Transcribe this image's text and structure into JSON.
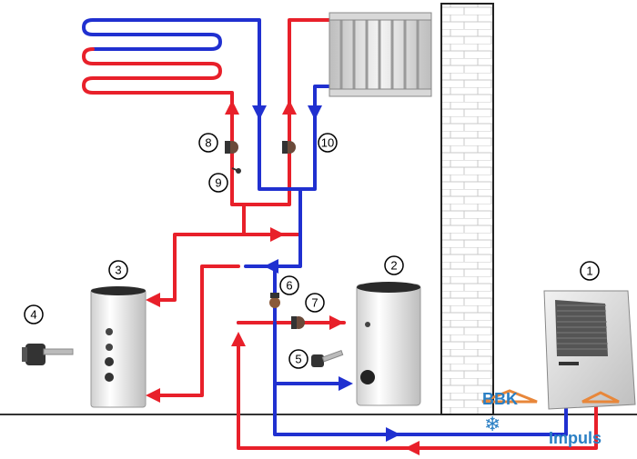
{
  "diagram": {
    "colors": {
      "supply": "#e8202a",
      "return": "#2030d0",
      "wall_fill": "#ffffff",
      "wall_line": "#222222",
      "ground_line": "#333333"
    },
    "components": [
      {
        "number": "1",
        "icon": "outdoor-heat-pump-unit"
      },
      {
        "number": "2",
        "icon": "domestic-hot-water-cylinder"
      },
      {
        "number": "3",
        "icon": "buffer-tank"
      },
      {
        "number": "4",
        "icon": "electric-immersion-heater"
      },
      {
        "number": "5",
        "icon": "immersion-heater-small"
      },
      {
        "number": "6",
        "icon": "three-way-valve"
      },
      {
        "number": "7",
        "icon": "circulation-pump"
      },
      {
        "number": "8",
        "icon": "circulation-pump"
      },
      {
        "number": "9",
        "icon": "temperature-sensor"
      },
      {
        "number": "10",
        "icon": "circulation-pump"
      }
    ],
    "logo": {
      "line1": "BBK",
      "line2": "Impuls",
      "brand_orange": "#e8873a",
      "brand_blue": "#2a7fc4"
    }
  }
}
